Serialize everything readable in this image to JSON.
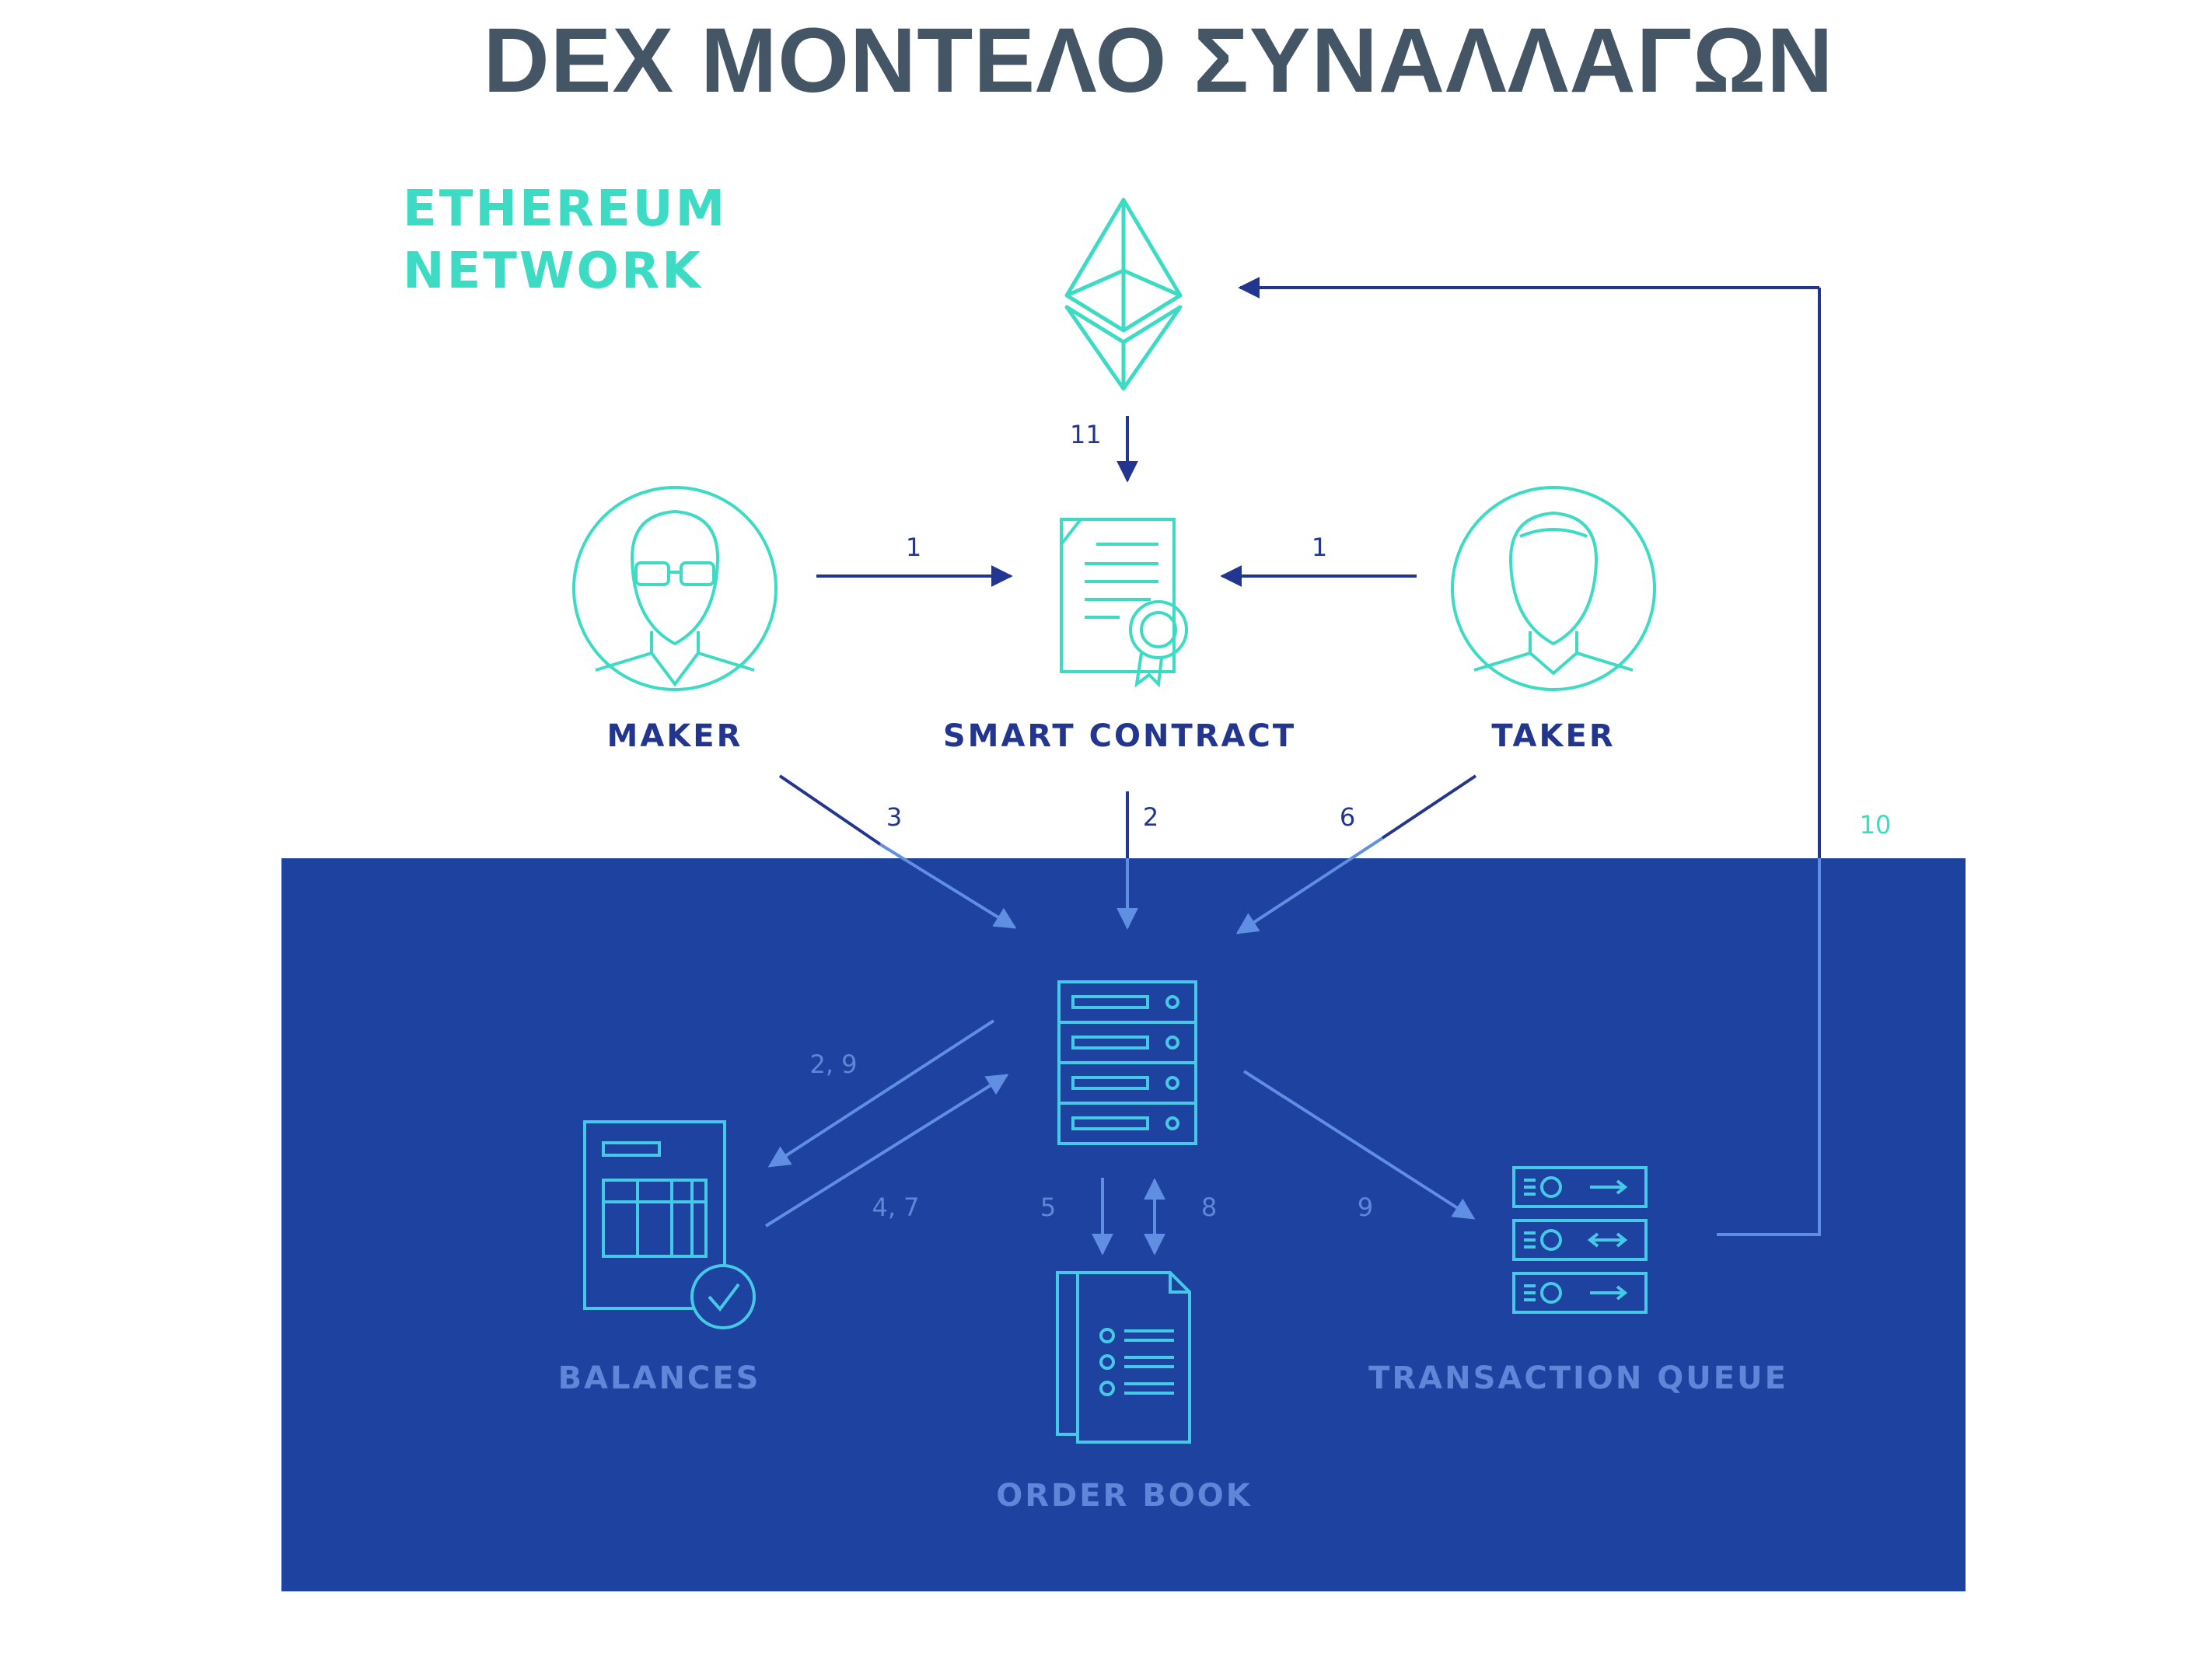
{
  "title": "DEX ΜΟΝΤΕΛΟ ΣΥΝΑΛΛΑΓΩΝ",
  "network_label": [
    "ETHEREUM",
    "NETWORK"
  ],
  "nodes": {
    "maker": "MAKER",
    "smart_contract": "SMART CONTRACT",
    "taker": "TAKER",
    "balances": "BALANCES",
    "order_book": "ORDER BOOK",
    "transaction_queue": "TRANSACTION QUEUE"
  },
  "steps": {
    "eth_to_contract": "11",
    "maker_to_contract": "1",
    "taker_to_contract": "1",
    "maker_to_server": "3",
    "contract_to_server": "2",
    "taker_to_server": "6",
    "server_to_balances": "2, 9",
    "balances_to_server": "4, 7",
    "server_to_orderbook": "5",
    "orderbook_to_server": "8",
    "server_to_queue": "9",
    "queue_to_eth": "10"
  },
  "colors": {
    "title": "#445566",
    "teal": "#3ddbc4",
    "navy": "#22368f",
    "panel": "#1e42a0",
    "panel_text": "#5f86d8",
    "panel_icon": "#46c9e6"
  }
}
